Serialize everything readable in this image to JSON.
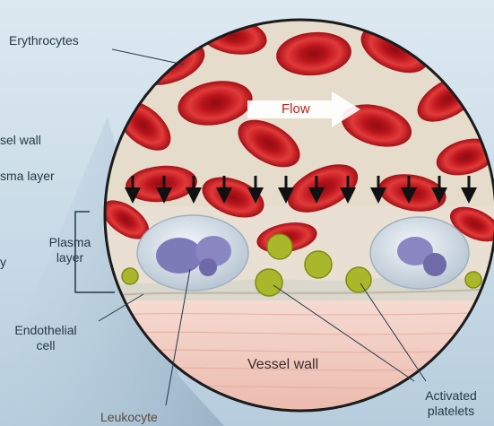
{
  "labels": {
    "erythrocytes": "Erythrocytes",
    "vessel_wall_left": "sel wall",
    "plasma_layer_left": "sma layer",
    "left_edge_fragment": "y",
    "plasma_layer_line1": "Plasma",
    "plasma_layer_line2": "layer",
    "endothelial_line1": "Endothelial",
    "endothelial_line2": "cell",
    "flow": "Flow",
    "vessel_wall": "Vessel wall",
    "leukocyte": "Leukocyte",
    "activated_line1": "Activated",
    "activated_line2": "platelets"
  },
  "colors": {
    "background": "#cfdfe9",
    "erythrocyte": "#c8141c",
    "plasma": "#e7ddcd",
    "vessel_wall": "#f1cfc6",
    "leukocyte_nucleus": "#7d7ab8",
    "platelet": "#a9b82a",
    "arrow": "#111111"
  },
  "icons": {
    "flow_arrow": "white-right-arrow-icon",
    "push_arrows": "down-arrow-icon"
  }
}
